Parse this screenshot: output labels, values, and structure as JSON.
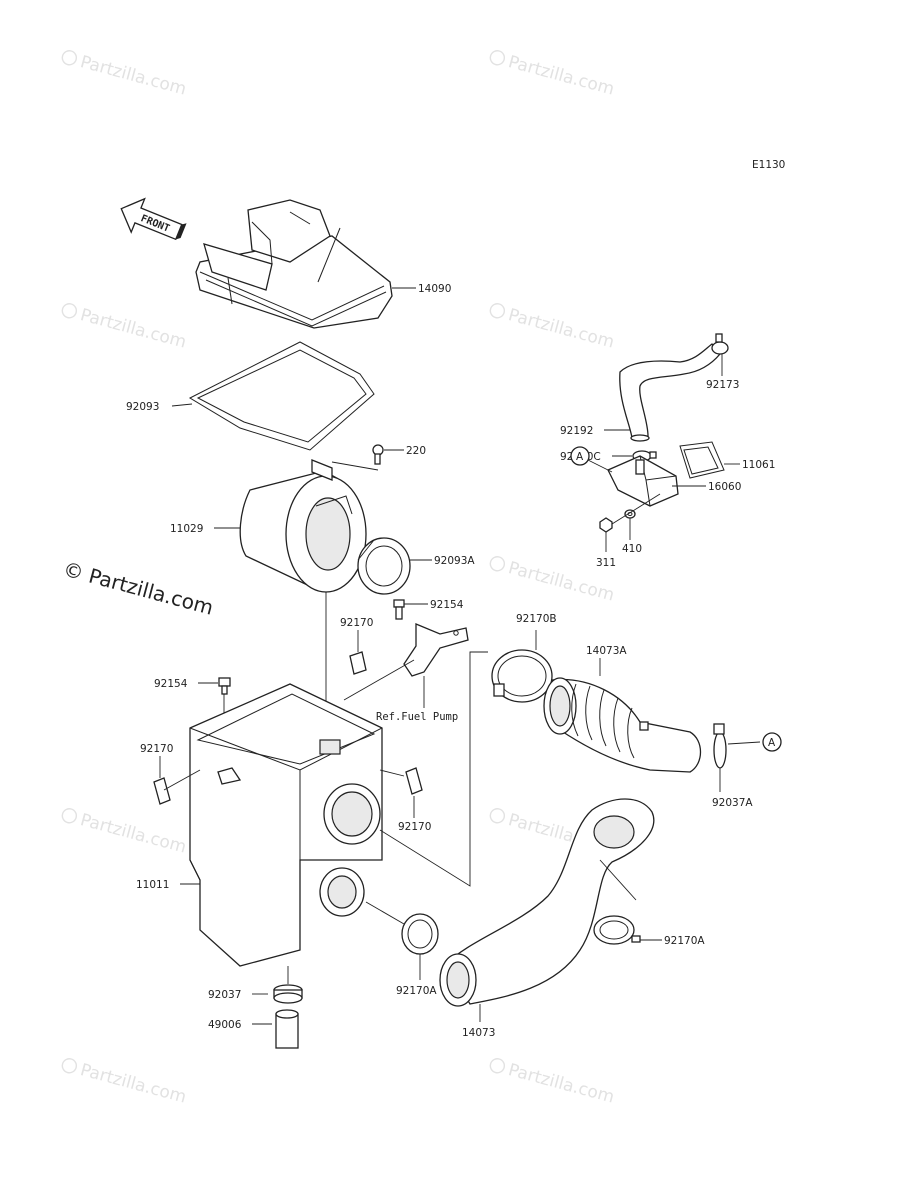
{
  "diagram_code": "E1130",
  "front_label": "FRONT",
  "ref_note": "Ref.Fuel Pump",
  "callout_letter": "A",
  "watermark_text": "© Partzilla.com",
  "watermark_faint": "Partzilla.com",
  "parts": {
    "p14090": "14090",
    "p92093": "92093",
    "p220": "220",
    "p11029": "11029",
    "p92093A": "92093A",
    "p92154_top": "92154",
    "p92170_top": "92170",
    "p92154_left": "92154",
    "p92170_left": "92170",
    "p92170_right": "92170",
    "p11011": "11011",
    "p92037": "92037",
    "p49006": "49006",
    "p92170A_left": "92170A",
    "p14073": "14073",
    "p92170A_right": "92170A",
    "p92170B": "92170B",
    "p14073A": "14073A",
    "p92037A": "92037A",
    "p92192": "92192",
    "p92173": "92173",
    "p92170C": "92170C",
    "p11061": "11061",
    "p16060": "16060",
    "p311": "311",
    "p410": "410"
  }
}
